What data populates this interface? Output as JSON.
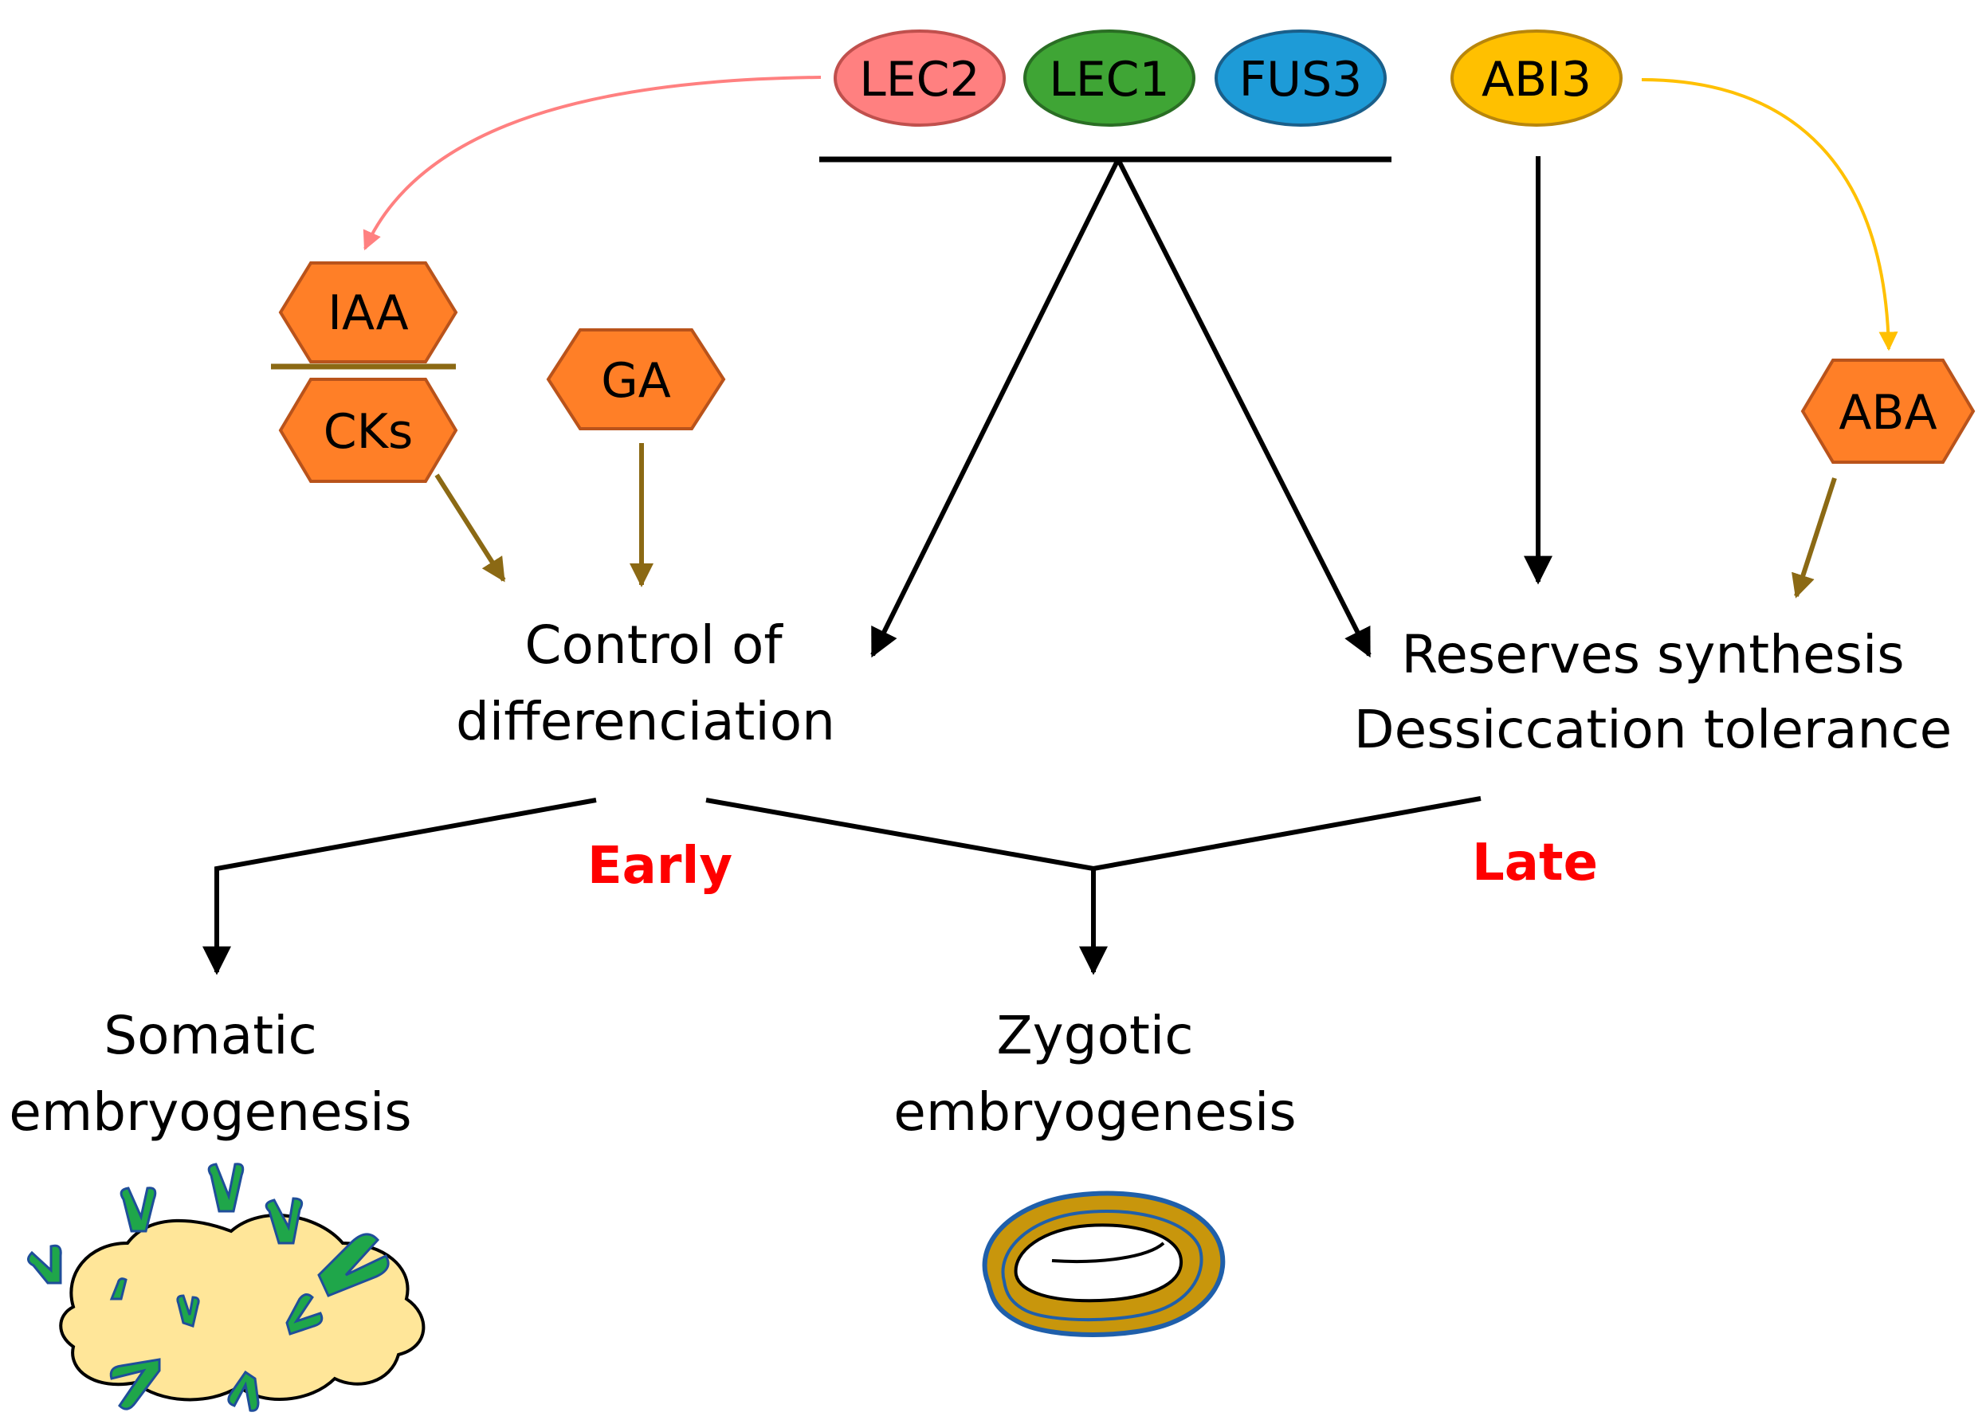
{
  "regulators": {
    "lec2": "LEC2",
    "lec1": "LEC1",
    "fus3": "FUS3",
    "abi3": "ABI3"
  },
  "hormones": {
    "iaa": "IAA",
    "cks": "CKs",
    "ga": "GA",
    "aba": "ABA"
  },
  "processes": {
    "control": [
      "Control of",
      "differenciation"
    ],
    "reserves": [
      "Reserves synthesis",
      "Dessiccation tolerance"
    ]
  },
  "phases": {
    "early": "Early",
    "late": "Late"
  },
  "outcomes": {
    "somatic": [
      "Somatic",
      "embryogenesis"
    ],
    "zygotic": [
      "Zygotic",
      "embryogenesis"
    ]
  },
  "colors": {
    "lec2_fill": "#FF8080",
    "lec2_stroke": "#C0504D",
    "lec1_fill": "#3FA535",
    "lec1_stroke": "#2A6E24",
    "fus3_fill": "#1E9BD7",
    "fus3_stroke": "#1A5F8A",
    "abi3_fill": "#FFC000",
    "abi3_stroke": "#B8860B",
    "hormone_fill": "#FF7F27",
    "hormone_stroke": "#B9531B",
    "brown_arrow": "#8B6914",
    "lec2_arrow": "#FF8080",
    "abi3_arrow": "#FFC000",
    "phase_text": "#FF0000",
    "callus_fill": "#FFE699",
    "embryo_green": "#1FA64A",
    "embryo_green_stroke": "#1F4E9A",
    "seed_outer": "#1F5FAA",
    "seed_coat": "#C8960C"
  },
  "icons": [
    "somatic-embryo-callus-icon",
    "zygotic-seed-icon"
  ]
}
